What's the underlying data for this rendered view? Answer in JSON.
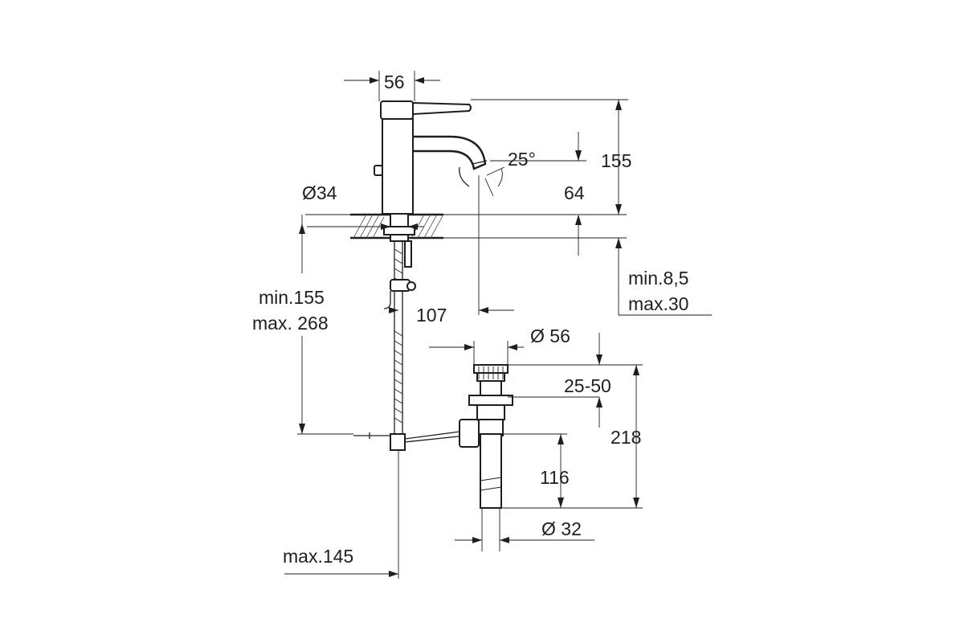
{
  "dimensions": {
    "handle_width": "56",
    "faucet_height": "155",
    "spout_angle": "25°",
    "spout_height": "64",
    "base_diameter": "Ø34",
    "deck_min": "min.8,5",
    "deck_max": "max.30",
    "tail_min": "min.155",
    "tail_max": "max. 268",
    "spout_reach": "107",
    "waste_top_diameter": "Ø 56",
    "waste_adjust": "25-50",
    "waste_height": "218",
    "waste_tail": "116",
    "waste_pipe_diameter": "Ø 32",
    "rod_reach": "max.145"
  }
}
